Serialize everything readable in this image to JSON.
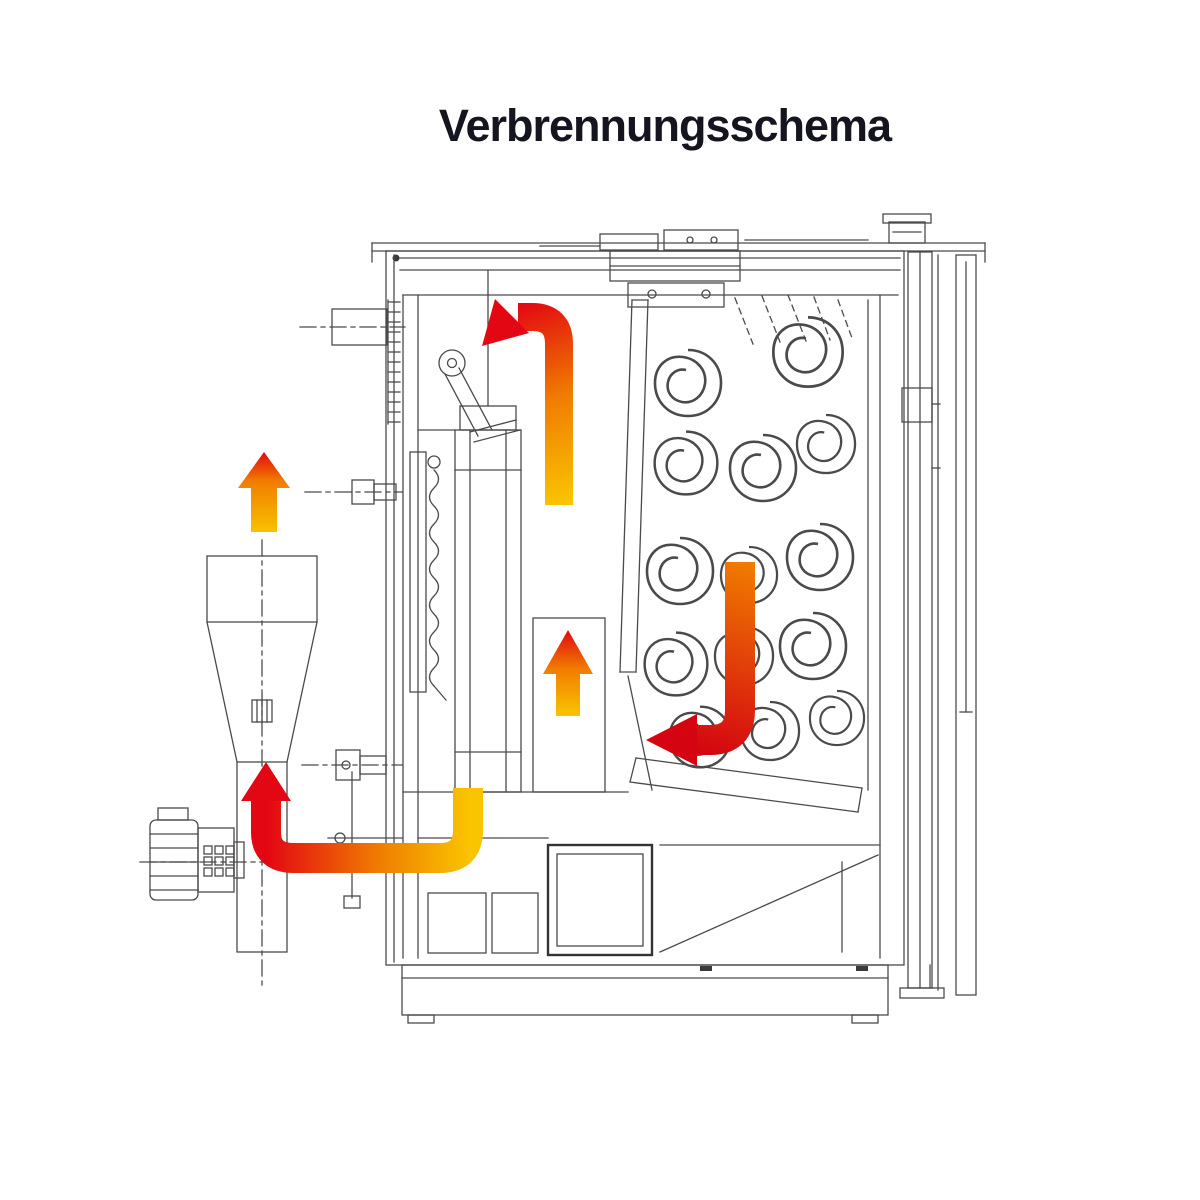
{
  "title": "Verbrennungsschema",
  "colors": {
    "background": "#ffffff",
    "line": "#4a4a4a",
    "title": "#15151f",
    "arrow_yellow": "#f9c400",
    "arrow_orange": "#f07c00",
    "arrow_red": "#e30613",
    "arrow_deep_red": "#d40511"
  },
  "arrows": [
    {
      "id": "cyclone-exhaust",
      "direction": "up"
    },
    {
      "id": "flue-top-bend",
      "direction": "up-then-left"
    },
    {
      "id": "mid-riser",
      "direction": "up"
    },
    {
      "id": "heat-exchanger-downdraft",
      "direction": "down-then-left"
    },
    {
      "id": "bottom-return-duct",
      "direction": "left-then-up"
    }
  ]
}
